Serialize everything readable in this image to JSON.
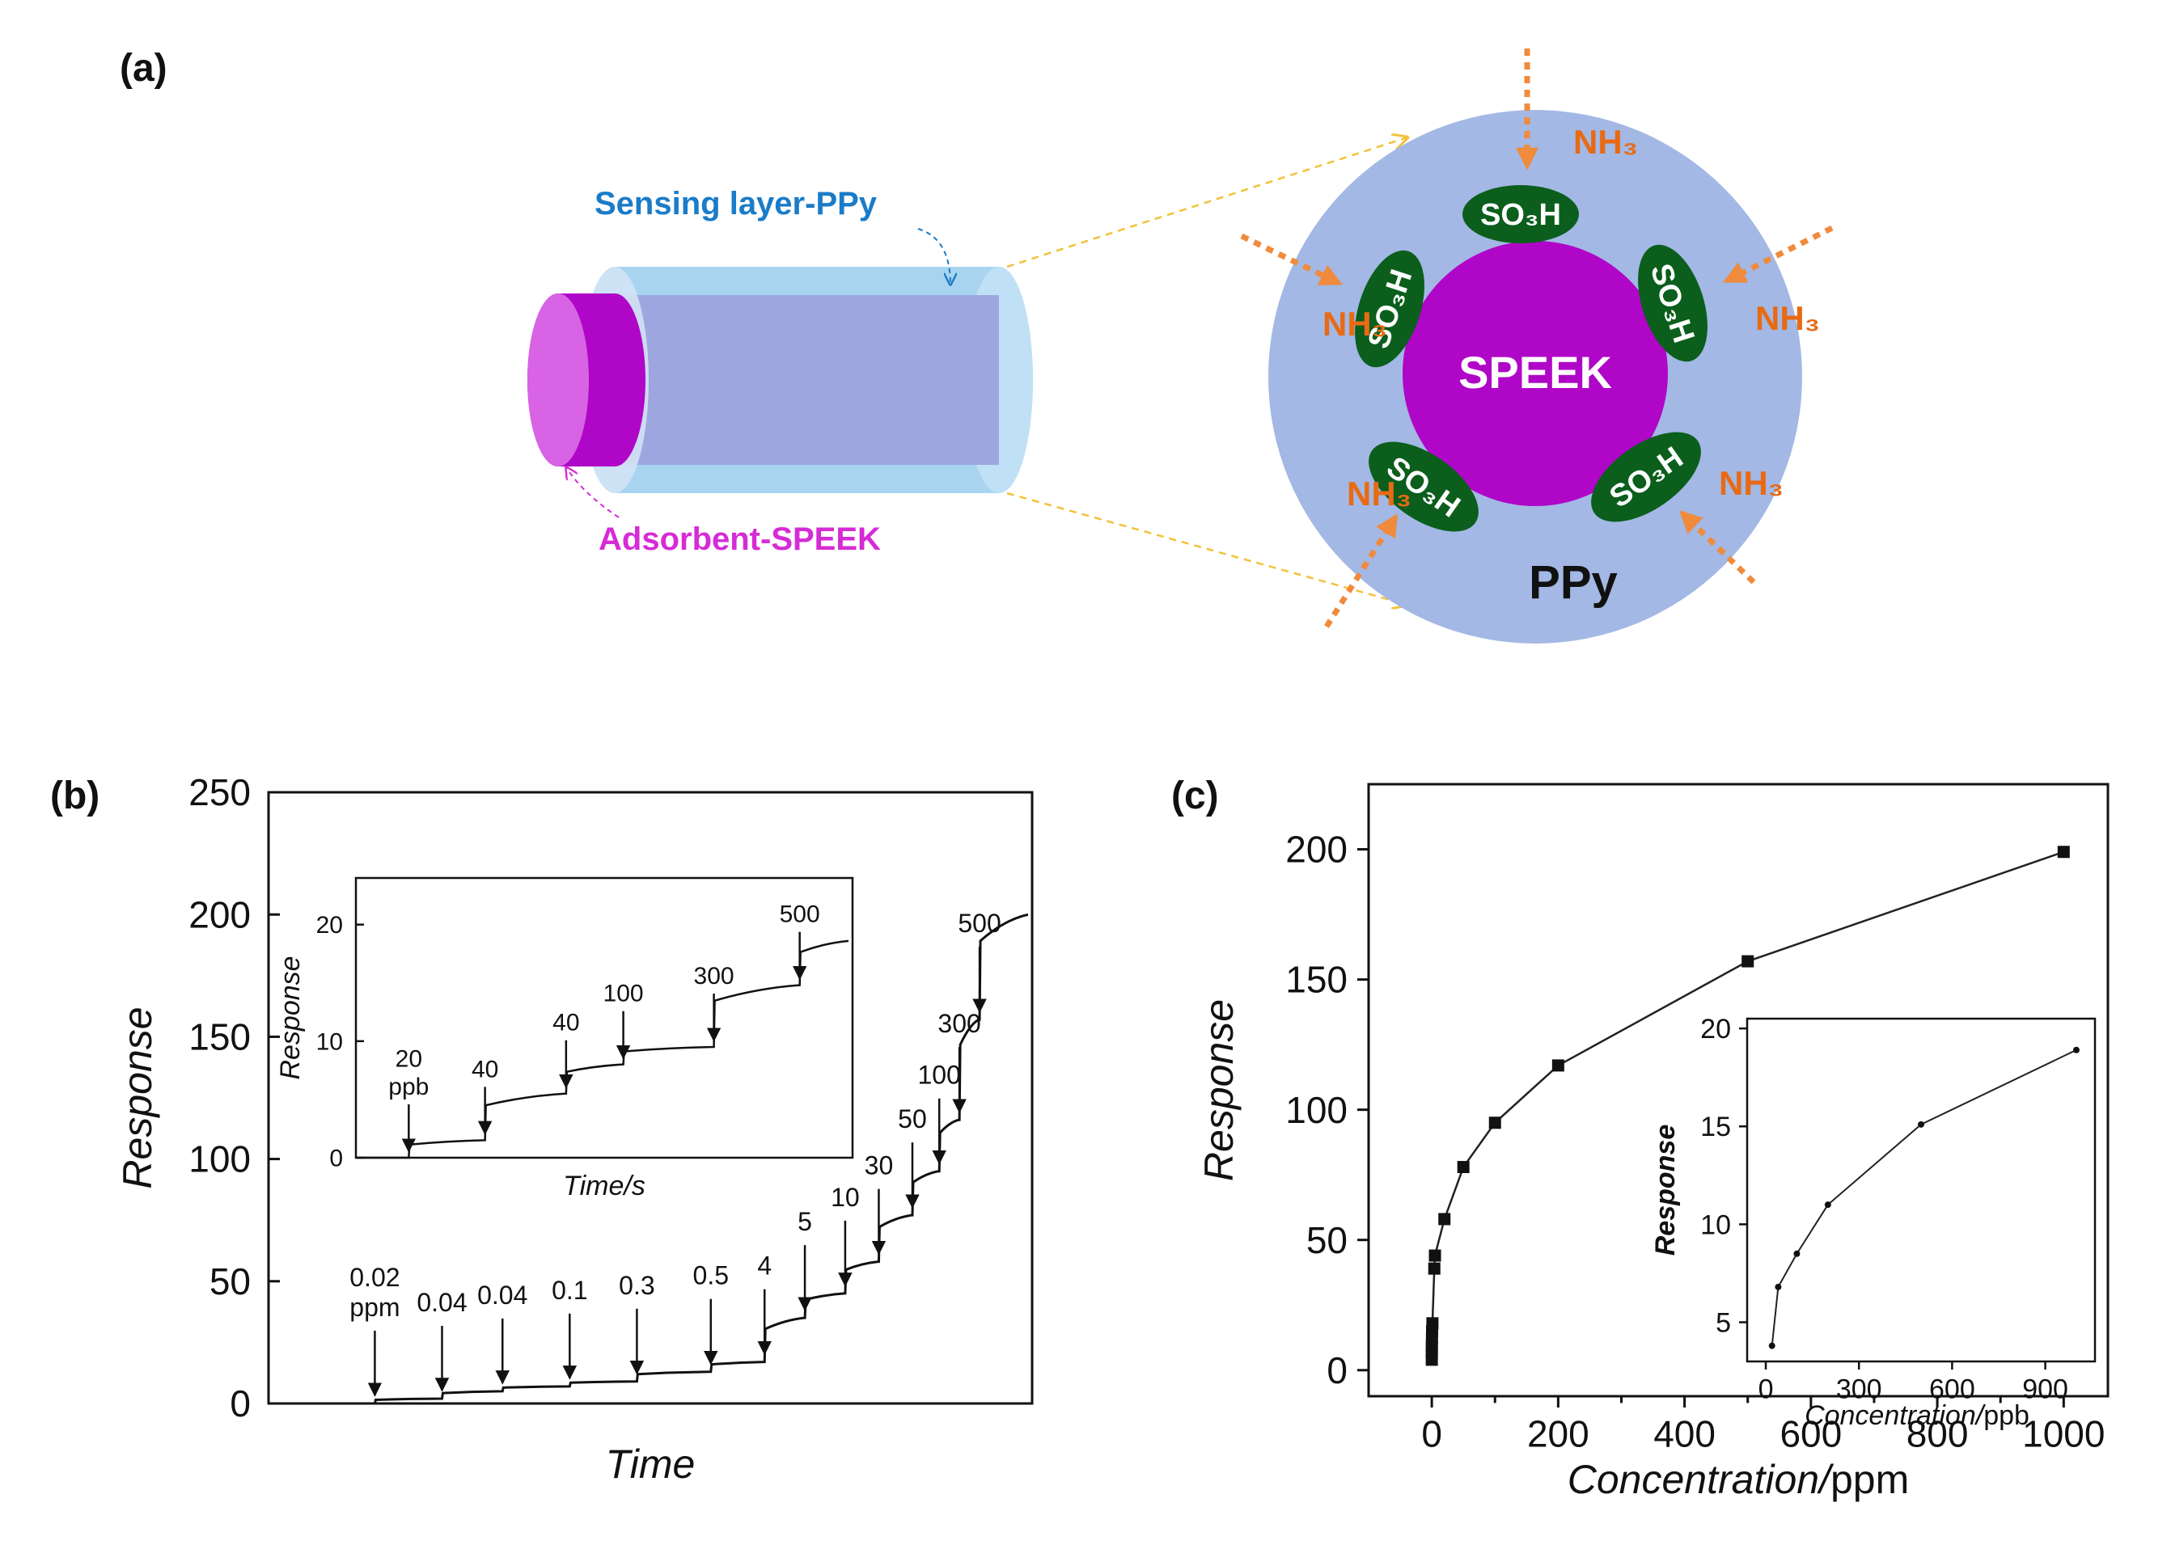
{
  "panel_labels": {
    "a": "(a)",
    "b": "(b)",
    "c": "(c)"
  },
  "colors": {
    "ppy": "#a3b8e4",
    "speek": "#b006c8",
    "so3h": "#0b5e1c",
    "nh3": "#e86a14",
    "arrow": "#f08a3c",
    "sensing_label": "#1a7cc9",
    "adsorbent_label": "#d62bd6",
    "zoom_line": "#f2c23a",
    "outer_tube": "#a8d4f0",
    "inner_tube": "#9ea6e0"
  },
  "diagram": {
    "sensing_label": "Sensing layer-PPy",
    "adsorbent_label": "Adsorbent-SPEEK",
    "core_label": "SPEEK",
    "shell_label": "PPy",
    "group_label": "SO₃H",
    "gas_label": "NH₃"
  },
  "chart_data": [
    {
      "id": "b-main",
      "type": "line",
      "xlabel": "Time",
      "ylabel": "Response",
      "ylim": [
        0,
        250
      ],
      "yticks": [
        0,
        50,
        100,
        150,
        200,
        250
      ],
      "x_ticks": false,
      "steps": [
        {
          "x": 0.09,
          "label": "0.02\nppm",
          "y_after": 2
        },
        {
          "x": 0.19,
          "label": "0.04",
          "y_after": 5
        },
        {
          "x": 0.28,
          "label": "0.04",
          "y_after": 7
        },
        {
          "x": 0.38,
          "label": "0.1",
          "y_after": 9
        },
        {
          "x": 0.48,
          "label": "0.3",
          "y_after": 13
        },
        {
          "x": 0.59,
          "label": "0.5",
          "y_after": 17
        },
        {
          "x": 0.67,
          "label": "4",
          "y_after": 35
        },
        {
          "x": 0.73,
          "label": "5",
          "y_after": 45
        },
        {
          "x": 0.79,
          "label": "10",
          "y_after": 58
        },
        {
          "x": 0.84,
          "label": "30",
          "y_after": 77
        },
        {
          "x": 0.89,
          "label": "50",
          "y_after": 95
        },
        {
          "x": 0.93,
          "label": "100",
          "y_after": 116
        },
        {
          "x": 0.96,
          "label": "300",
          "y_after": 157
        },
        {
          "x": 0.99,
          "label": "500",
          "y_after": 200
        }
      ]
    },
    {
      "id": "b-inset",
      "type": "line",
      "xlabel": "Time/s",
      "ylabel": "Response",
      "ylim": [
        0,
        24
      ],
      "yticks": [
        0,
        10,
        20
      ],
      "x_ticks": false,
      "steps": [
        {
          "x": 0.09,
          "label": "20\nppb",
          "y_after": 1.5
        },
        {
          "x": 0.25,
          "label": "40",
          "y_after": 5.5
        },
        {
          "x": 0.42,
          "label": "40",
          "y_after": 8.0
        },
        {
          "x": 0.54,
          "label": "100",
          "y_after": 9.5
        },
        {
          "x": 0.73,
          "label": "300",
          "y_after": 14.8
        },
        {
          "x": 0.91,
          "label": "500",
          "y_after": 18.6
        }
      ]
    },
    {
      "id": "c-main",
      "type": "scatter",
      "xlabel": "Concentration/ppm",
      "ylabel": "Response",
      "xlim": [
        -100,
        1070
      ],
      "ylim": [
        -10,
        225
      ],
      "xticks": [
        0,
        200,
        400,
        600,
        800,
        1000
      ],
      "yticks": [
        0,
        50,
        100,
        150,
        200
      ],
      "points": [
        [
          0.02,
          4
        ],
        [
          0.04,
          7
        ],
        [
          0.1,
          9
        ],
        [
          0.3,
          12
        ],
        [
          0.5,
          15
        ],
        [
          1,
          18
        ],
        [
          4,
          39
        ],
        [
          5,
          44
        ],
        [
          20,
          58
        ],
        [
          50,
          78
        ],
        [
          100,
          95
        ],
        [
          200,
          117
        ],
        [
          500,
          157
        ],
        [
          1000,
          199
        ]
      ]
    },
    {
      "id": "c-inset",
      "type": "scatter",
      "xlabel": "Concentration/ppb",
      "ylabel": "Response",
      "xlim": [
        -60,
        1060
      ],
      "ylim": [
        3,
        20.5
      ],
      "xticks": [
        0,
        300,
        600,
        900
      ],
      "yticks": [
        5,
        10,
        15,
        20
      ],
      "points": [
        [
          20,
          3.8
        ],
        [
          40,
          6.8
        ],
        [
          100,
          8.5
        ],
        [
          200,
          11
        ],
        [
          500,
          15.1
        ],
        [
          1000,
          18.9
        ]
      ]
    }
  ]
}
